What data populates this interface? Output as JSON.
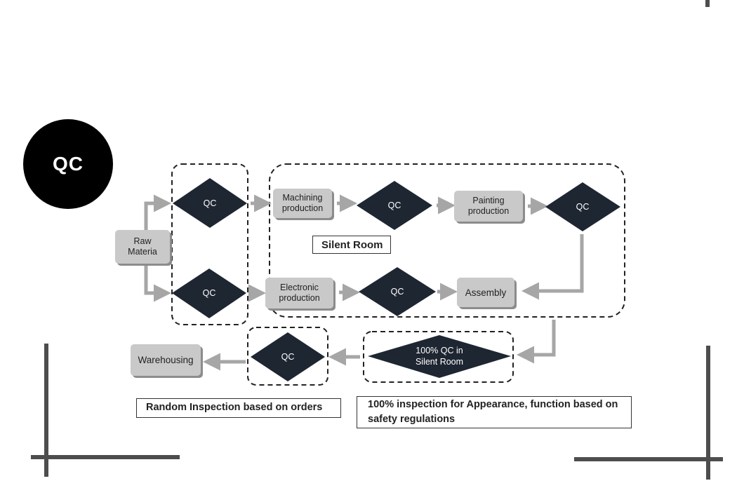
{
  "badge": {
    "label": "QC"
  },
  "nodes": {
    "raw_material": "Raw\nMateria",
    "qc_top": "QC",
    "qc_bottom": "QC",
    "machining": "Machining\nproduction",
    "qc_machining": "QC",
    "painting": "Painting\nproduction",
    "qc_painting": "QC",
    "electronic": "Electronic\nproduction",
    "qc_electronic": "QC",
    "assembly": "Assembly",
    "qc_final": "100% QC in\nSilent Room",
    "qc_random": "QC",
    "warehousing": "Warehousing"
  },
  "labels": {
    "silent_room": "Silent Room",
    "random_inspection": "Random Inspection based on orders",
    "full_inspection": "100% inspection for Appearance, function based on safety regulations"
  },
  "colors": {
    "diamond": "#1e2632",
    "process_box": "#c9c9c9",
    "arrow": "#a6a6a6",
    "frame_lines": "#4d4d4d"
  }
}
